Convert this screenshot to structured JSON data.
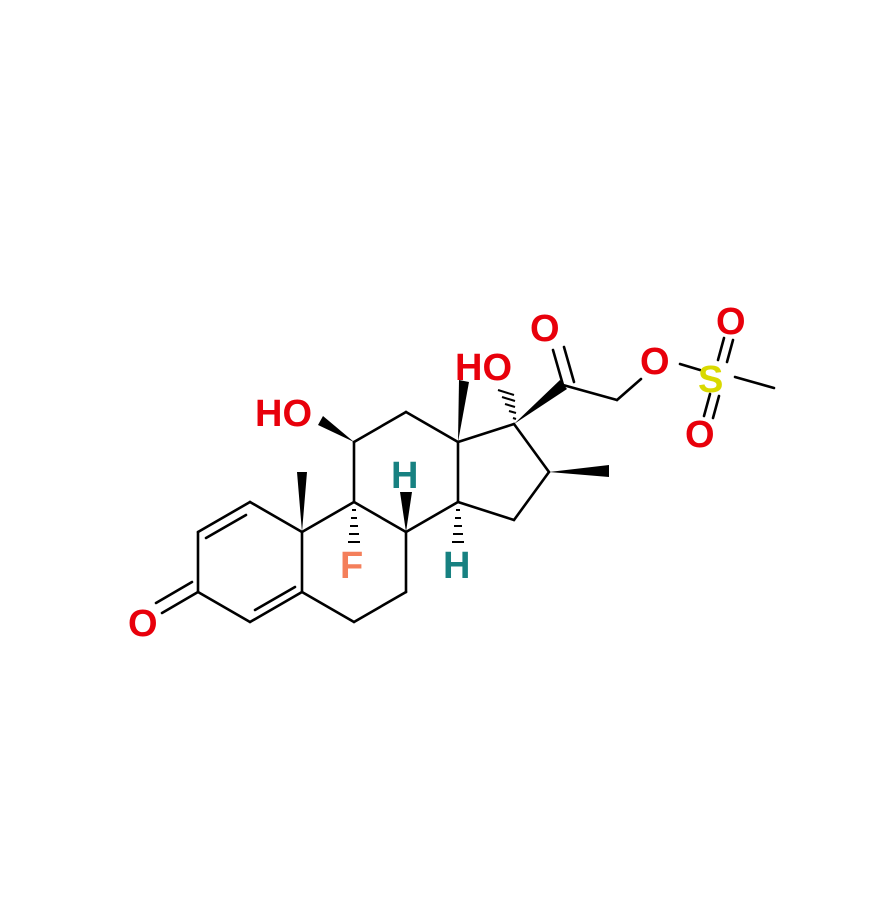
{
  "colors": {
    "bond": "#000000",
    "oxygen": "#e8000b",
    "fluorine": "#f47f5b",
    "hydrogen": "#178181",
    "sulfur": "#d9d900"
  },
  "labels": {
    "ketone_o": "O",
    "oh11": "HO",
    "oh17": "HO",
    "f9": "F",
    "h8": "H",
    "h14": "H",
    "c20_o": "O",
    "ester_o": "O",
    "s": "S",
    "s_o_top": "O",
    "s_o_bottom": "O"
  }
}
